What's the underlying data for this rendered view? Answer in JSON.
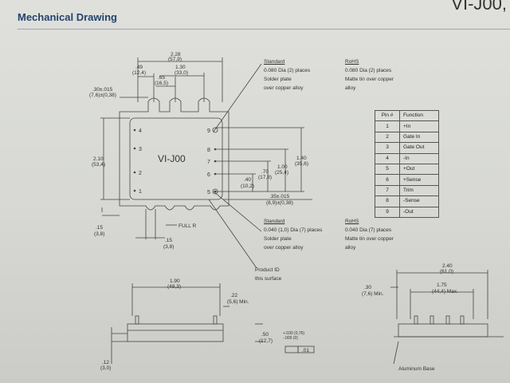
{
  "header": {
    "title": "Mechanical Drawing",
    "corner_text": "VI-J00,"
  },
  "module": {
    "label": "VI-J00",
    "pins_left": [
      "4",
      "3",
      "2",
      "1"
    ],
    "pins_right": [
      "9",
      "8",
      "7",
      "6",
      "5"
    ],
    "full_r": "FULL R"
  },
  "dims": {
    "width": "2.28",
    "width_mm": "(57,9)",
    "d1": ".49",
    "d1_mm": "(12,4)",
    "d2": ".65",
    "d2_mm": "(16,5)",
    "d3": "1.30",
    "d3_mm": "(33,0)",
    "tol_left": ".30±.015",
    "tol_left_mm": "(7,6)±(0,38)",
    "height": "2.10",
    "height_mm": "(53,4)",
    "r140": "1.40",
    "r140_mm": "(35,6)",
    "r100": "1.00",
    "r100_mm": "(25,4)",
    "r70": ".70",
    "r70_mm": "(17,8)",
    "r40": ".40",
    "r40_mm": "(10,2)",
    "r35": ".35±.015",
    "r35_mm": "(8,9)±(0,38)",
    "b15": ".15",
    "b15_mm": "(3,8)",
    "b15b": ".15",
    "b15b_mm": "(3,8)",
    "side_w": "1.90",
    "side_w_mm": "(48,3)",
    "side_22": ".22",
    "side_22_mm": "(5,6) Min.",
    "side_50": ".50",
    "side_50_mm": "(12,7)",
    "side_tol": "+.030 (0,76)",
    "side_tol2": "-.000 (0)",
    "side_01": ".01",
    "side_12": ".12",
    "side_12_mm": "(3,0)",
    "end_w": "2.40",
    "end_w_mm": "(61,0)",
    "end_30": ".30",
    "end_30_mm": "(7,6) Min.",
    "end_175": "1.75",
    "end_175_mm": "(44,4) Max."
  },
  "notes": {
    "std_top": {
      "title": "Standard",
      "lines": [
        "0.080 Dia (2) places",
        "Solder plate",
        "over copper alloy"
      ]
    },
    "rohs_top": {
      "title": "RoHS",
      "lines": [
        "0.080 Dia (2) places",
        "Matte tin over copper",
        "alloy"
      ]
    },
    "std_bot": {
      "title": "Standard",
      "lines": [
        "0.040 (1,0) Dia (7) places",
        "Solder plate",
        "over copper alloy"
      ]
    },
    "rohs_bot": {
      "title": "RoHS",
      "lines": [
        "0.040 Dia (7) places",
        "Matte tin over copper",
        "alloy"
      ]
    },
    "product_id": [
      "Product ID",
      "this surface"
    ],
    "aluminum_base": "Aluminum Base"
  },
  "pin_table": {
    "headers": [
      "Pin #",
      "Function"
    ],
    "rows": [
      [
        "1",
        "+In"
      ],
      [
        "2",
        "Gate In"
      ],
      [
        "3",
        "Gate Out"
      ],
      [
        "4",
        "-In"
      ],
      [
        "5",
        "+Out"
      ],
      [
        "6",
        "+Sense"
      ],
      [
        "7",
        "Trim"
      ],
      [
        "8",
        "-Sense"
      ],
      [
        "9",
        "-Out"
      ]
    ]
  }
}
